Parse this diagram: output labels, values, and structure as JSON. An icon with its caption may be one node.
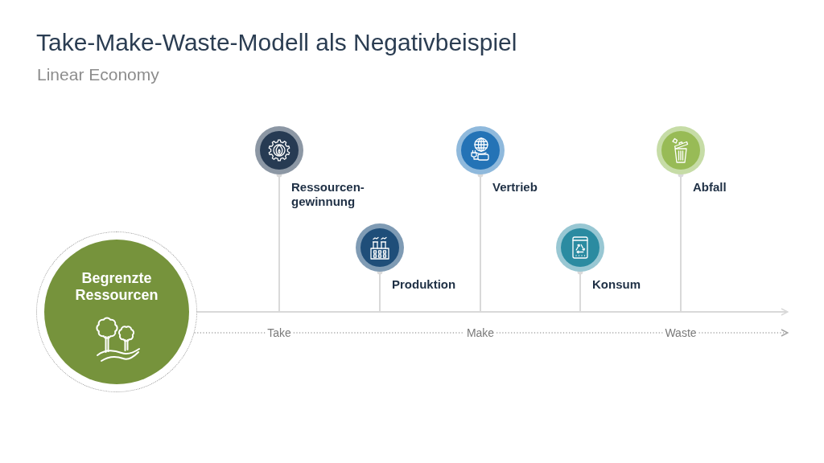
{
  "diagram": {
    "title": "Take-Make-Waste-Modell als Negativbeispiel",
    "nodes": [
      {
        "text": [
          "Begrenzte Ressourcen"
        ]
      },
      {
        "text": [
          "Ressourcen- gewinnung"
        ]
      },
      {
        "text": [
          "Produktion"
        ]
      },
      {
        "text": [
          "Vertrieb"
        ]
      },
      {
        "text": [
          "Konsum"
        ]
      },
      {
        "text": [
          "Abfall"
        ]
      },
      {
        "text": [
          "Take"
        ]
      },
      {
        "text": [
          "Make"
        ]
      },
      {
        "text": [
          "Waste"
        ]
      }
    ],
    "edges": [
      {
        "from": 0,
        "to": null,
        "arrow": "to"
      },
      {
        "from": 0,
        "to": 6,
        "arrow": "none",
        "style": "dashed",
        "color": "#a6a6a6"
      },
      {
        "from": 6,
        "to": 7,
        "arrow": "none",
        "style": "dashed",
        "color": "#a6a6a6"
      },
      {
        "from": 7,
        "to": 8,
        "arrow": "none",
        "style": "dashed",
        "color": "#a6a6a6"
      },
      {
        "from": 8,
        "to": null,
        "arrow": "to",
        "style": "dashed",
        "color": "#a6a6a6"
      },
      {
        "from": 1,
        "to": null,
        "arrow": "to"
      },
      {
        "from": 2,
        "to": null,
        "arrow": "to"
      },
      {
        "from": 3,
        "to": null,
        "arrow": "to"
      },
      {
        "from": 4,
        "to": null,
        "arrow": "to"
      },
      {
        "from": 5,
        "to": null,
        "arrow": "to"
      }
    ],
    "labels": [
      "Linear Economy"
    ]
  }
}
